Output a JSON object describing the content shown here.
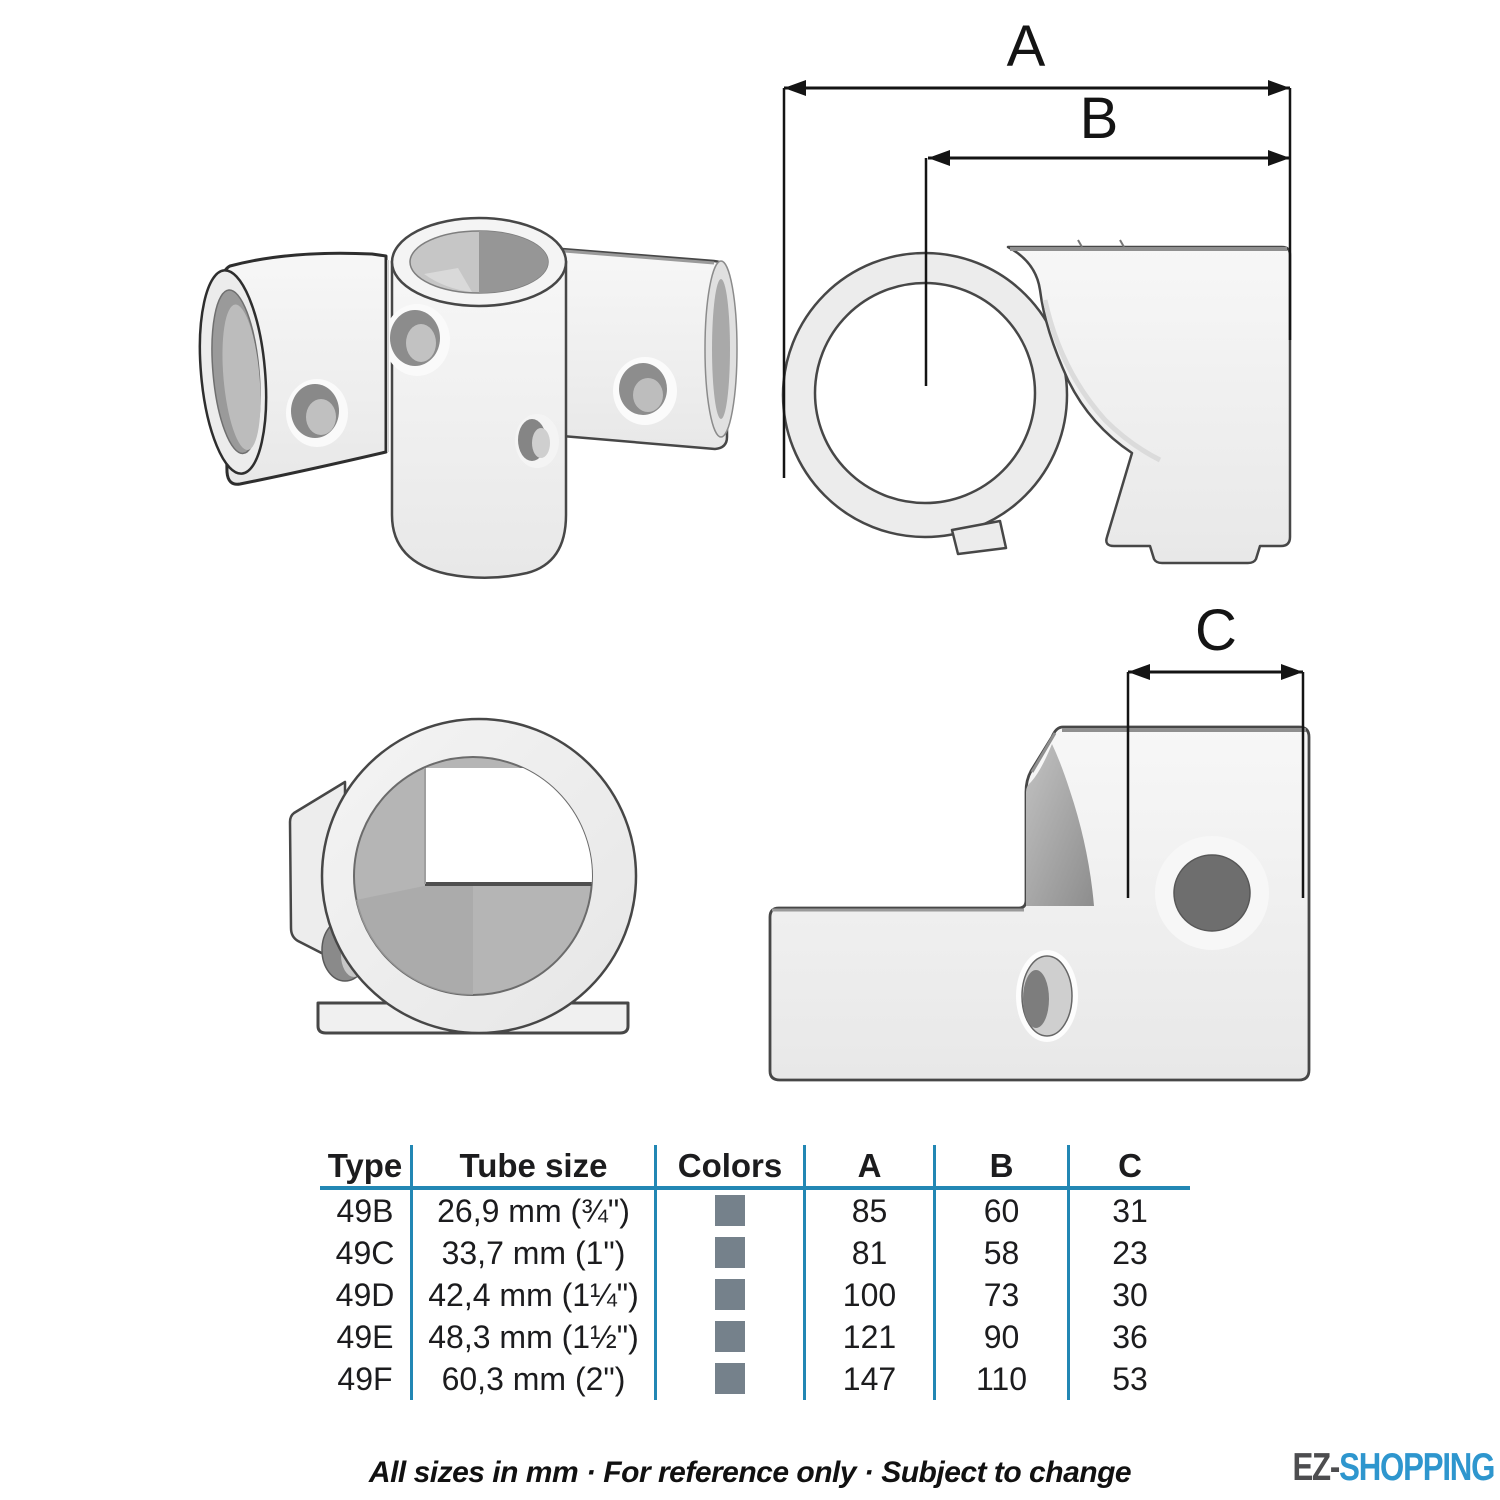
{
  "views": {
    "iso": {
      "label": "isometric-3-way-corner-fitting"
    },
    "side_ab": {
      "dim_a_label": "A",
      "dim_b_label": "B"
    },
    "front": {
      "label": "front-view"
    },
    "side_c": {
      "dim_c_label": "C"
    }
  },
  "table": {
    "headers": [
      "Type",
      "Tube size",
      "Colors",
      "A",
      "B",
      "C"
    ],
    "swatch_color": "#75818B",
    "rows": [
      {
        "type": "49B",
        "tube_size": "26,9 mm (¾\")",
        "a": "85",
        "b": "60",
        "c": "31"
      },
      {
        "type": "49C",
        "tube_size": "33,7 mm (1\")",
        "a": "81",
        "b": "58",
        "c": "23"
      },
      {
        "type": "49D",
        "tube_size": "42,4 mm (1¼\")",
        "a": "100",
        "b": "73",
        "c": "30"
      },
      {
        "type": "49E",
        "tube_size": "48,3 mm (1½\")",
        "a": "121",
        "b": "90",
        "c": "36"
      },
      {
        "type": "49F",
        "tube_size": "60,3 mm (2\")",
        "a": "147",
        "b": "110",
        "c": "53"
      }
    ]
  },
  "footer": {
    "note": "All sizes in mm · For reference only · Subject to change"
  },
  "logo": {
    "prefix": "EZ-",
    "suffix": "SHOPPING",
    "prefix_color": "#4D4D4F",
    "suffix_color": "#2E96CE"
  },
  "colors": {
    "table_line": "#2287B4",
    "dimension_line": "#141414",
    "part_outline": "#474747",
    "swatch_gray": "#75818B"
  }
}
